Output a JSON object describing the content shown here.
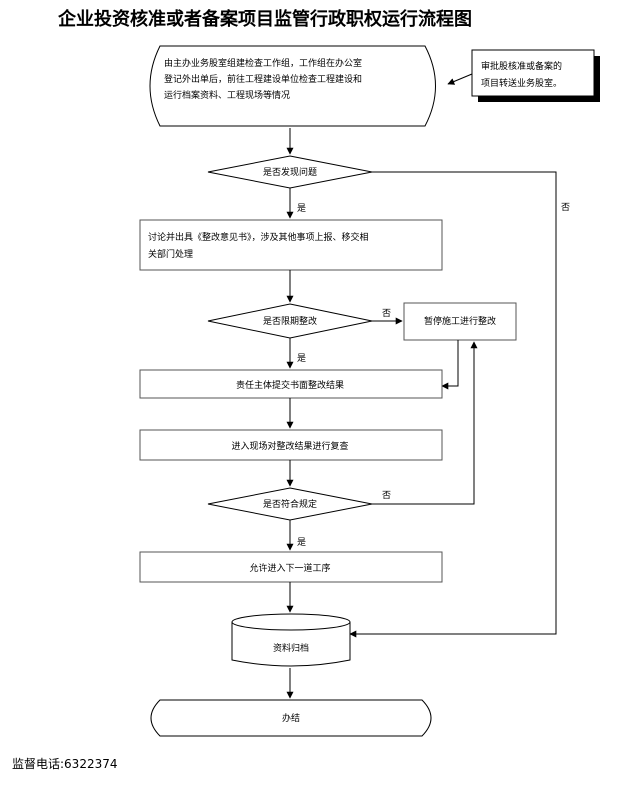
{
  "title": "企业投资核准或者备案项目监管行政职权运行流程图",
  "start": {
    "lines": [
      "由主办业务股室组建检查工作组，工作组在办公室",
      "登记外出单后，前往工程建设单位检查工程建设和",
      "运行档案资料、工程现场等情况"
    ]
  },
  "note": {
    "lines": [
      "审批股核准或备案的",
      "项目转送业务股室。"
    ]
  },
  "decision_problem": "是否发现问题",
  "step_discuss": {
    "lines": [
      "讨论并出具《整改意见书》，涉及其他事项上报、移交相",
      "关部门处理"
    ]
  },
  "decision_deadline": "是否限期整改",
  "step_suspend": "暂停施工进行整改",
  "step_submit": "责任主体提交书面整改结果",
  "step_recheck": "进入现场对整改结果进行复查",
  "decision_comply": "是否符合规定",
  "step_next": "允许进入下一道工序",
  "archive": "资料归档",
  "end": "办结",
  "labels": {
    "yes": "是",
    "no": "否"
  },
  "footer": {
    "phone": "监督电话:6322374"
  }
}
